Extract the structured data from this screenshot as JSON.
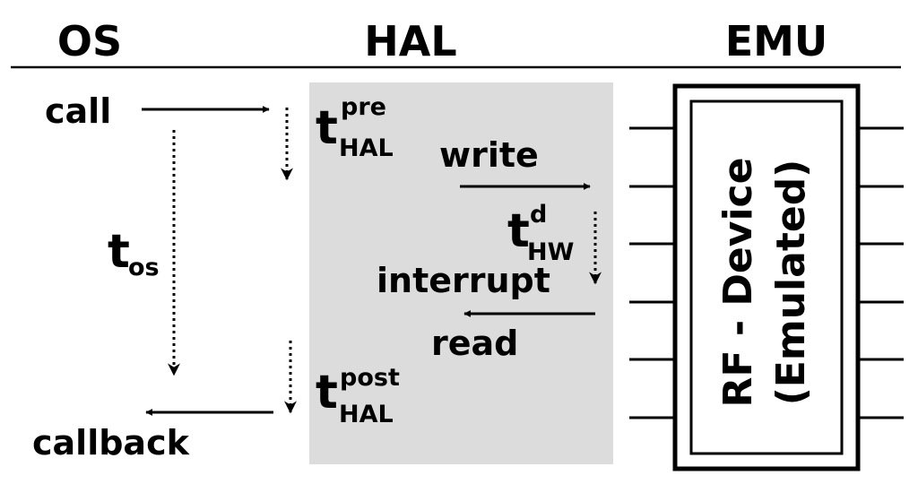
{
  "headers": {
    "os": "OS",
    "hal": "HAL",
    "emu": "EMU"
  },
  "os": {
    "call": "call",
    "callback": "callback",
    "t_main": "t",
    "t_sub": "os"
  },
  "hal": {
    "pre_main": "t",
    "pre_sup": "pre",
    "pre_sub": "HAL",
    "write": "write",
    "hw_main": "t",
    "hw_sup": "d",
    "hw_sub": "HW",
    "interrupt": "interrupt",
    "read": "read",
    "post_main": "t",
    "post_sup": "post",
    "post_sub": "HAL"
  },
  "device": {
    "line1": "RF - Device",
    "line2": "(Emulated)"
  },
  "colors": {
    "hal_box": "#dcdcdc",
    "ink": "#000000",
    "background": "#ffffff"
  }
}
